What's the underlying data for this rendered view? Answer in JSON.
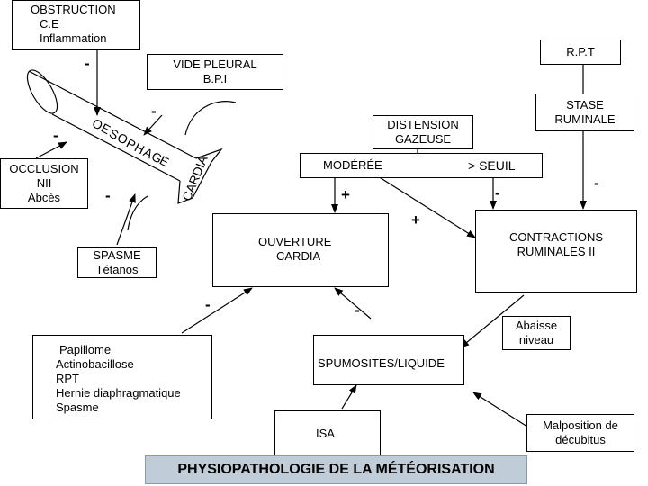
{
  "boxes": {
    "obstruction": {
      "lines": [
        "OBSTRUCTION",
        "C.E",
        "Inflammation"
      ]
    },
    "rpt_top": {
      "text": "R.P.T"
    },
    "vide_pleural": {
      "lines": [
        "VIDE PLEURAL",
        "B.P.I"
      ]
    },
    "stase": {
      "lines": [
        "STASE",
        "RUMINALE"
      ]
    },
    "distension": {
      "lines": [
        "DISTENSION",
        "GAZEUSE"
      ]
    },
    "moderee": {
      "text": "MODÉRÉE",
      "seuil": "> SEUIL"
    },
    "occlusion": {
      "lines": [
        "OCCLUSION",
        "NII",
        "Abcès"
      ]
    },
    "ouverture": {
      "lines": [
        "OUVERTURE",
        "CARDIA"
      ]
    },
    "contractions": {
      "lines": [
        "CONTRACTIONS",
        "RUMINALES II"
      ]
    },
    "spasme_tetanos": {
      "lines": [
        "SPASME",
        "Tétanos"
      ]
    },
    "causes": {
      "lines": [
        "Papillome",
        "Actinobacillose",
        "RPT",
        "Hernie diaphragmatique",
        "Spasme"
      ]
    },
    "abaisse": {
      "lines": [
        "Abaisse",
        "niveau"
      ]
    },
    "spumosites": {
      "text": "SPUMOSITES/LIQUIDE"
    },
    "isa": {
      "text": "ISA"
    },
    "malposition": {
      "lines": [
        "Malposition de",
        "décubitus"
      ]
    }
  },
  "organ_labels": {
    "oesophage": [
      "O",
      "E",
      "S",
      "O",
      "P",
      "H",
      "A",
      "G",
      "E"
    ],
    "cardia": "CARDIA"
  },
  "signs": {
    "obstruction": "-",
    "vide_pleural": "-",
    "occlusion": "-",
    "spasme": "-",
    "moderee": "+",
    "seuil": "-",
    "stase": "-",
    "contractions_plus": "+",
    "causes": "-",
    "spumosites": "-"
  },
  "title": "PHYSIOPATHOLOGIE DE LA MÉTÉORISATION"
}
